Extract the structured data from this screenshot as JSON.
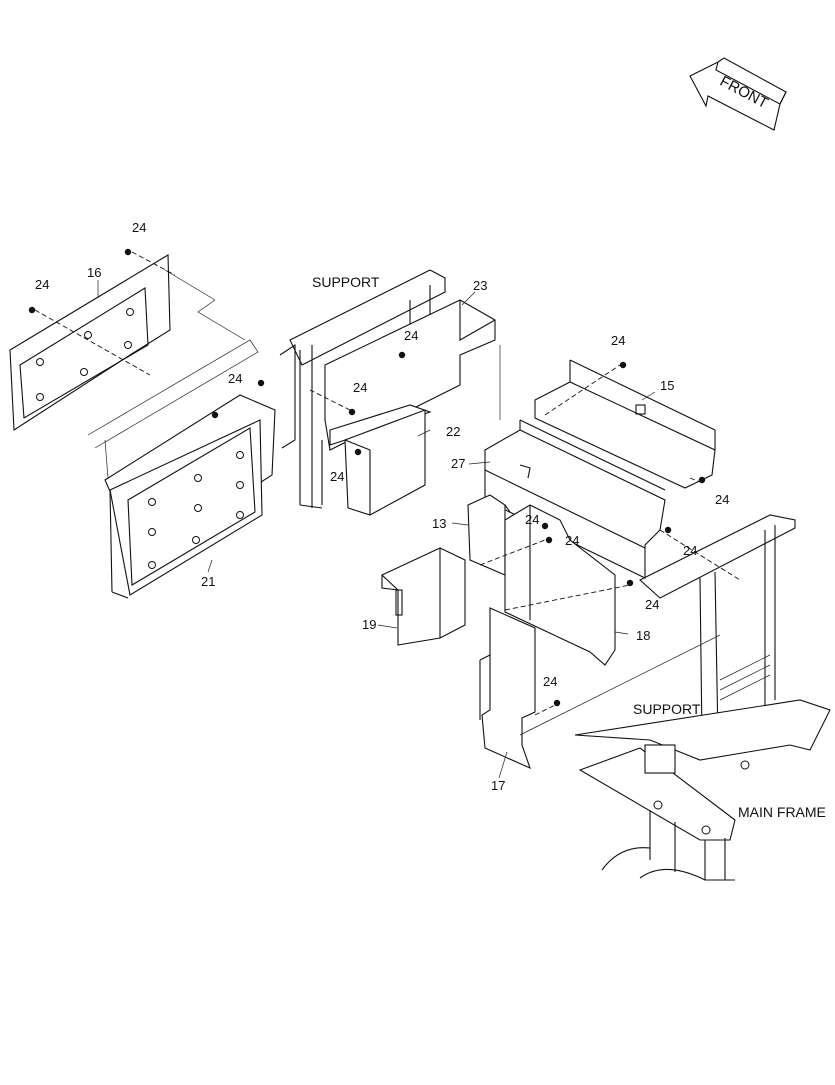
{
  "arrow": {
    "label": "FRONT"
  },
  "captions": {
    "support_top": "SUPPORT",
    "support_bottom": "SUPPORT",
    "main_frame": "MAIN FRAME"
  },
  "callouts": {
    "p13": "13",
    "p15": "15",
    "p16": "16",
    "p17": "17",
    "p18": "18",
    "p19": "19",
    "p21": "21",
    "p22": "22",
    "p23": "23",
    "p27": "27",
    "bolt": "24"
  }
}
